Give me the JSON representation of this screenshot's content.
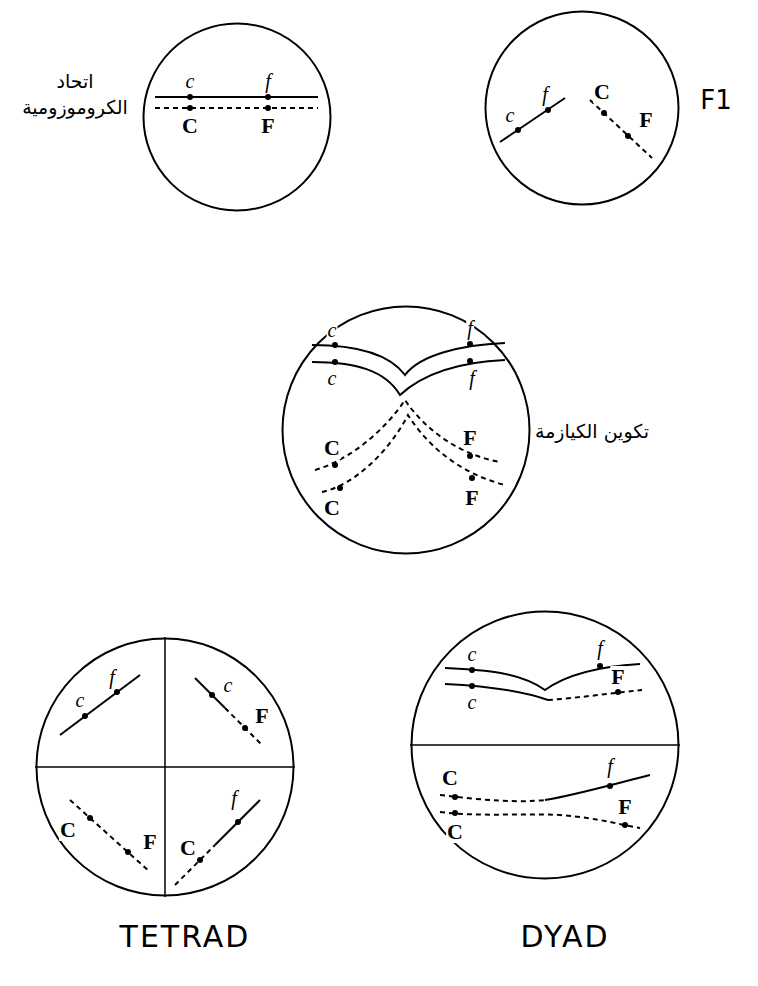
{
  "diagram": {
    "nodes": [
      {
        "text": [
          "اتحاد الكروموزومية",
          "c",
          "f",
          "C",
          "F"
        ]
      },
      {
        "text": [
          "F1",
          "c",
          "f",
          "C",
          "F"
        ]
      },
      {
        "text": [
          "تكوين الكيازمة",
          "c",
          "c",
          "f",
          "f",
          "C",
          "C",
          "F",
          "F"
        ]
      },
      {
        "text": [
          "TETRAD",
          "c",
          "f",
          "c",
          "F",
          "C",
          "F",
          "C",
          "f"
        ]
      },
      {
        "text": [
          "DYAD",
          "c",
          "f",
          "c",
          "F",
          "C",
          "f",
          "F",
          "C"
        ]
      }
    ]
  }
}
